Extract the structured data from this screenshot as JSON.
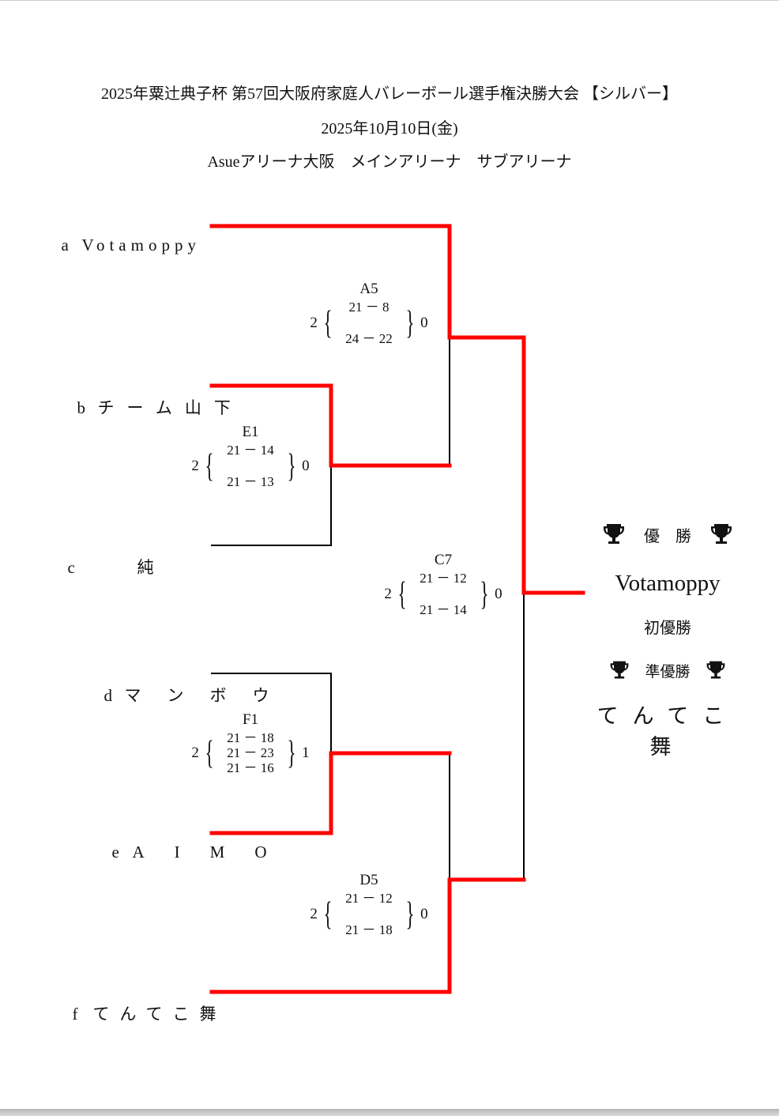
{
  "header": {
    "title": "2025年粟辻典子杯 第57回大阪府家庭人バレーボール選手権決勝大会 【シルバー】",
    "date": "2025年10月10日(金)",
    "venue": "Asueアリーナ大阪　メインアリーナ　サブアリーナ"
  },
  "teams": [
    {
      "seed": "a",
      "name": "Votamoppy"
    },
    {
      "seed": "b",
      "name": "チーム山下"
    },
    {
      "seed": "c",
      "name": "　　純"
    },
    {
      "seed": "d",
      "name": "マンボウ"
    },
    {
      "seed": "e",
      "name": "AIMO"
    },
    {
      "seed": "f",
      "name": "てんてこ舞"
    }
  ],
  "matches": [
    {
      "code": "A5",
      "sets_left": "2",
      "sets_right": "0",
      "games": [
        "21 － 8",
        "24 － 22"
      ]
    },
    {
      "code": "E1",
      "sets_left": "2",
      "sets_right": "0",
      "games": [
        "21 － 14",
        "21 － 13"
      ]
    },
    {
      "code": "C7",
      "sets_left": "2",
      "sets_right": "0",
      "games": [
        "21 － 12",
        "21 － 14"
      ]
    },
    {
      "code": "F1",
      "sets_left": "2",
      "sets_right": "1",
      "games": [
        "21 － 18",
        "21 － 23",
        "21 － 16"
      ]
    },
    {
      "code": "D5",
      "sets_left": "2",
      "sets_right": "0",
      "games": [
        "21 － 12",
        "21 － 18"
      ]
    }
  ],
  "results": {
    "champion_label": "優　勝",
    "champion": "Votamoppy",
    "champion_note": "初優勝",
    "runner_up_label": "準優勝",
    "runner_up": "てんてこ舞"
  },
  "colors": {
    "winner_line": "#ff0000",
    "loser_line": "#000000"
  }
}
